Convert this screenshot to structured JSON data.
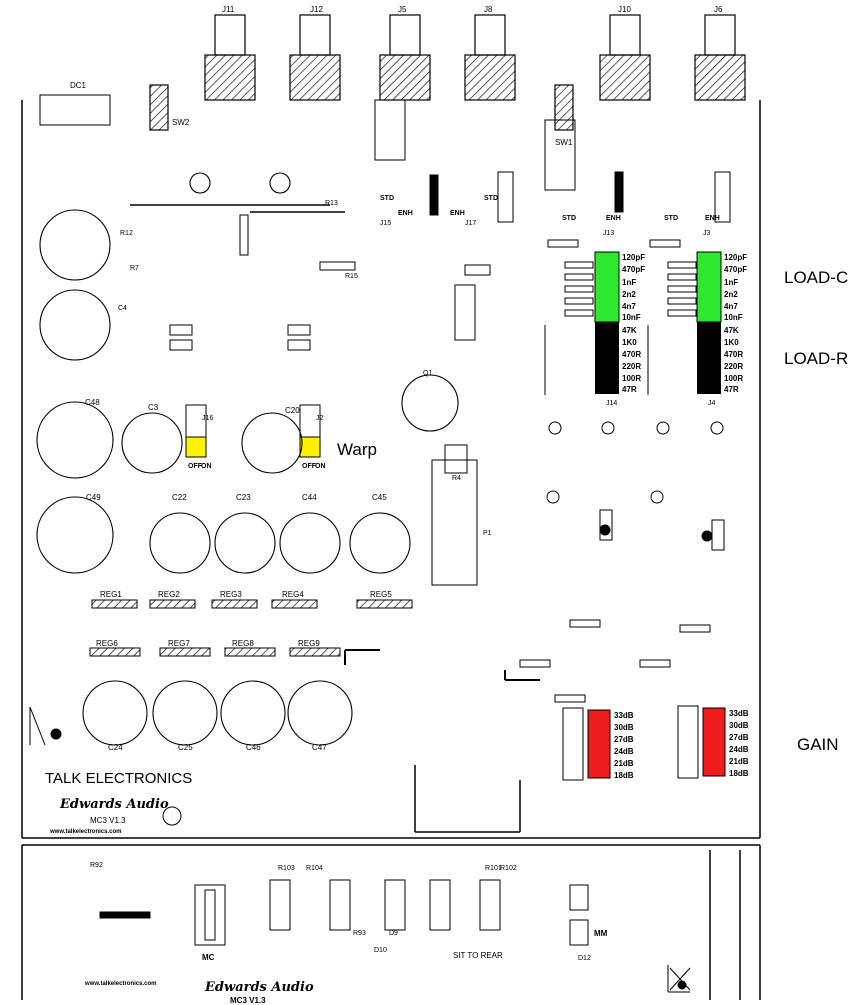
{
  "colors": {
    "green": "#2ee82e",
    "black": "#000000",
    "red": "#ee1c1c",
    "yellow": "#fff200",
    "line": "#000000"
  },
  "side_labels": {
    "load_c": "LOAD-C",
    "load_r": "LOAD-R",
    "warp": "Warp",
    "gain": "GAIN"
  },
  "branding": {
    "company": "TALK ELECTRONICS",
    "product": "Edwards Audio",
    "version": "MC3 V1.3",
    "url": "www.talkelectronics.com",
    "url2": "www.talkelectronics.com",
    "product2": "Edwards Audio",
    "version2": "MC3 V1.3"
  },
  "connectors": [
    "J11",
    "J12",
    "J5",
    "J8",
    "J10",
    "J6"
  ],
  "load_c_values": [
    "120pF",
    "470pF",
    "1nF",
    "2n2",
    "4n7",
    "10nF"
  ],
  "load_r_values": [
    "47K",
    "1K0",
    "470R",
    "220R",
    "100R",
    "47R"
  ],
  "gain_values": [
    "33dB",
    "30dB",
    "27dB",
    "24dB",
    "21dB",
    "18dB"
  ],
  "switch_labels": {
    "off": "OFF",
    "on": "ON",
    "std": "STD",
    "enh": "ENH",
    "mm": "MM",
    "mc": "MC",
    "sit_to_rear": "SIT TO REAR"
  },
  "caps_big": [
    "C48",
    "C49",
    "C3",
    "C20",
    "C22",
    "C23",
    "C44",
    "C45",
    "C24",
    "C25",
    "C46",
    "C47"
  ],
  "regs": [
    "REG1",
    "REG2",
    "REG3",
    "REG4",
    "REG5",
    "REG6",
    "REG7",
    "REG8",
    "REG9"
  ],
  "misc_labels": [
    "DC1",
    "SW2",
    "SW1",
    "R13",
    "R12",
    "R15",
    "R7",
    "C4",
    "Q1",
    "R4",
    "P1",
    "J14",
    "J15",
    "J16",
    "J17",
    "J2",
    "J13",
    "J3",
    "J4",
    "D9",
    "D10",
    "D12",
    "R92",
    "R93",
    "R103",
    "R104",
    "R101",
    "R102"
  ]
}
